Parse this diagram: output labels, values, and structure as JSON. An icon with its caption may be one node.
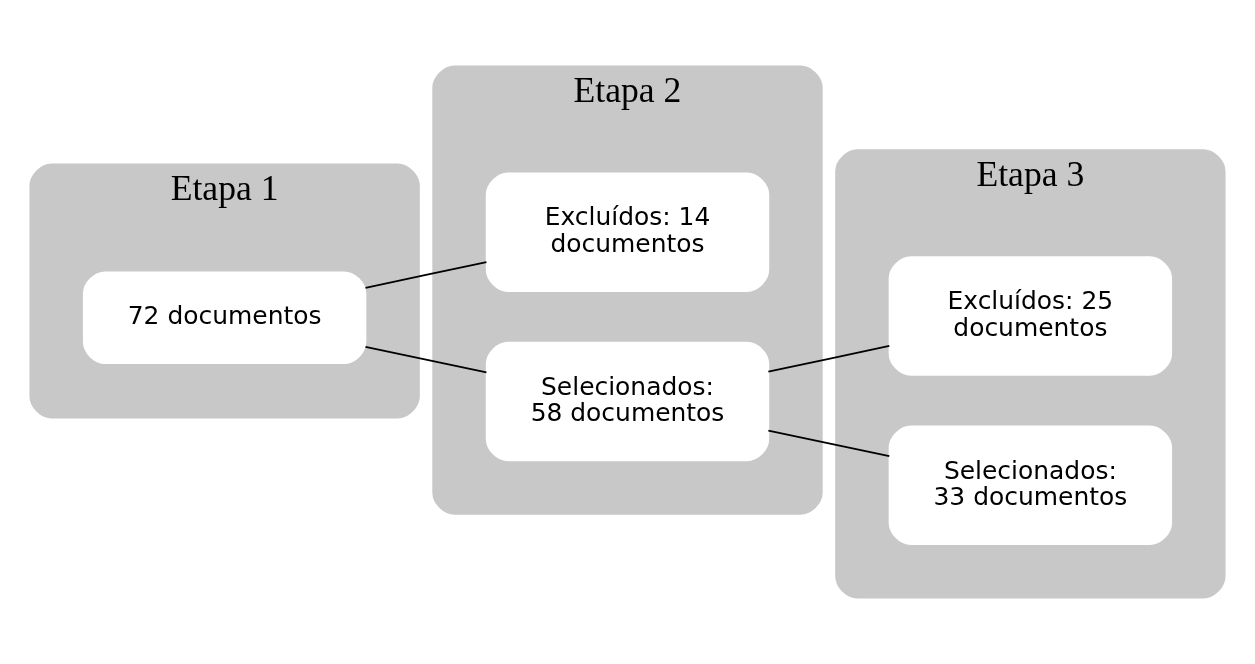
{
  "diagram": {
    "nodes": [
      {
        "text": [
          "Etapa 1"
        ]
      },
      {
        "text": [
          "72 documentos"
        ],
        "in": 0
      },
      {
        "text": [
          "Etapa 2"
        ]
      },
      {
        "text": [
          "Excluídos: 14 documentos"
        ],
        "in": 2
      },
      {
        "text": [
          "Selecionados: 58 documentos"
        ],
        "in": 2
      },
      {
        "text": [
          "Etapa 3"
        ]
      },
      {
        "text": [
          "Excluídos: 25 documentos"
        ],
        "in": 5
      },
      {
        "text": [
          "Selecionados: 33 documentos"
        ],
        "in": 5
      }
    ],
    "edges": [
      {
        "from": 1,
        "to": 3,
        "arrow": "none"
      },
      {
        "from": 1,
        "to": 4,
        "arrow": "none"
      },
      {
        "from": 4,
        "to": 6,
        "arrow": "none"
      },
      {
        "from": 4,
        "to": 7,
        "arrow": "none"
      }
    ]
  }
}
